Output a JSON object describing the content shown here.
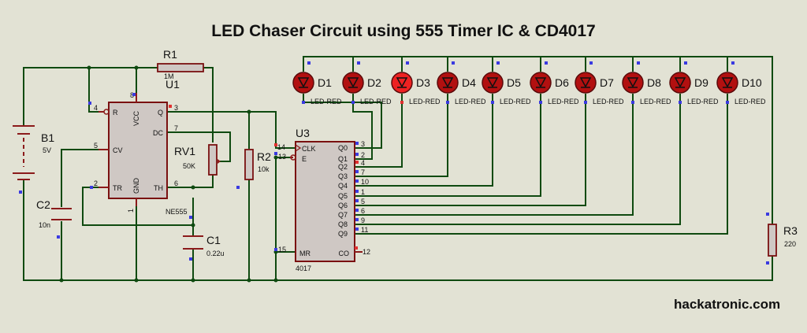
{
  "title": "LED Chaser Circuit using 555 Timer IC & CD4017",
  "footer": "hackatronic.com",
  "components": {
    "r1": {
      "ref": "R1",
      "value": "1M"
    },
    "u1": {
      "ref": "U1",
      "part": "NE555",
      "pins": {
        "p4": "4",
        "p8": "8",
        "p3": "3",
        "p7": "7",
        "p5": "5",
        "p2": "2",
        "p6": "6",
        "p1": "1"
      },
      "labels": {
        "r": "R",
        "vcc": "VCC",
        "q": "Q",
        "dc": "DC",
        "cv": "CV",
        "tr": "TR",
        "gnd": "GND",
        "th": "TH"
      }
    },
    "b1": {
      "ref": "B1",
      "value": "5V"
    },
    "rv1": {
      "ref": "RV1",
      "value": "50K"
    },
    "r2": {
      "ref": "R2",
      "value": "10k"
    },
    "c1": {
      "ref": "C1",
      "value": "0.22u"
    },
    "c2": {
      "ref": "C2",
      "value": "10n"
    },
    "r3": {
      "ref": "R3",
      "value": "220"
    },
    "u3": {
      "ref": "U3",
      "part": "4017",
      "labels": {
        "clk": "CLK",
        "e": "E",
        "mr": "MR",
        "co": "CO",
        "q0": "Q0",
        "q1": "Q1",
        "q2": "Q2",
        "q3": "Q3",
        "q4": "Q4",
        "q5": "Q5",
        "q6": "Q6",
        "q7": "Q7",
        "q8": "Q8",
        "q9": "Q9"
      },
      "pins": {
        "clk": "14",
        "e": "13",
        "mr": "15",
        "co": "12",
        "q0": "3",
        "q1": "2",
        "q2": "4",
        "q3": "7",
        "q4": "10",
        "q5": "1",
        "q6": "5",
        "q7": "6",
        "q8": "9",
        "q9": "11"
      }
    }
  },
  "leds": [
    {
      "ref": "D1",
      "type": "LED-RED",
      "lit": false
    },
    {
      "ref": "D2",
      "type": "LED-RED",
      "lit": false
    },
    {
      "ref": "D3",
      "type": "LED-RED",
      "lit": true
    },
    {
      "ref": "D4",
      "type": "LED-RED",
      "lit": false
    },
    {
      "ref": "D5",
      "type": "LED-RED",
      "lit": false
    },
    {
      "ref": "D6",
      "type": "LED-RED",
      "lit": false
    },
    {
      "ref": "D7",
      "type": "LED-RED",
      "lit": false
    },
    {
      "ref": "D8",
      "type": "LED-RED",
      "lit": false
    },
    {
      "ref": "D9",
      "type": "LED-RED",
      "lit": false
    },
    {
      "ref": "D10",
      "type": "LED-RED",
      "lit": false
    }
  ],
  "colors": {
    "wire": "#0f4a10",
    "component": "#8b1a1a",
    "led_off": "#b21010",
    "led_on": "#ee2222",
    "background": "#e2e2d4"
  }
}
